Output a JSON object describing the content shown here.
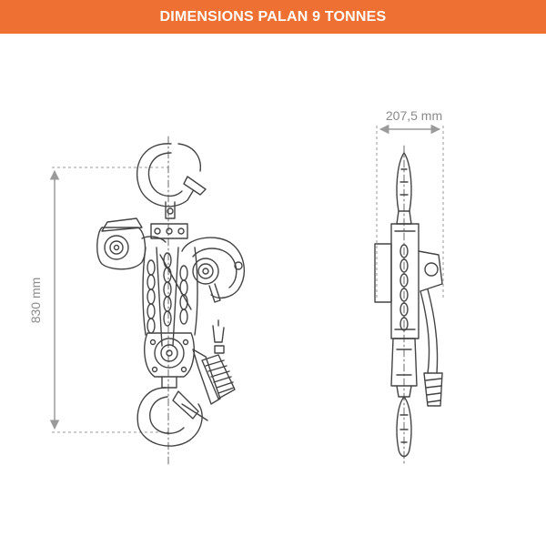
{
  "banner": {
    "title": "DIMENSIONS PALAN 9 TONNES",
    "color": "#ee7032",
    "text_color": "#ffffff"
  },
  "dimensions": {
    "height_label": "830 mm",
    "width_label": "207,5 mm"
  },
  "colors": {
    "drawing": "#444444",
    "dimension_line": "#9a9a9a",
    "dimension_text": "#8a8a8a"
  },
  "views": [
    "front-view",
    "side-view"
  ]
}
